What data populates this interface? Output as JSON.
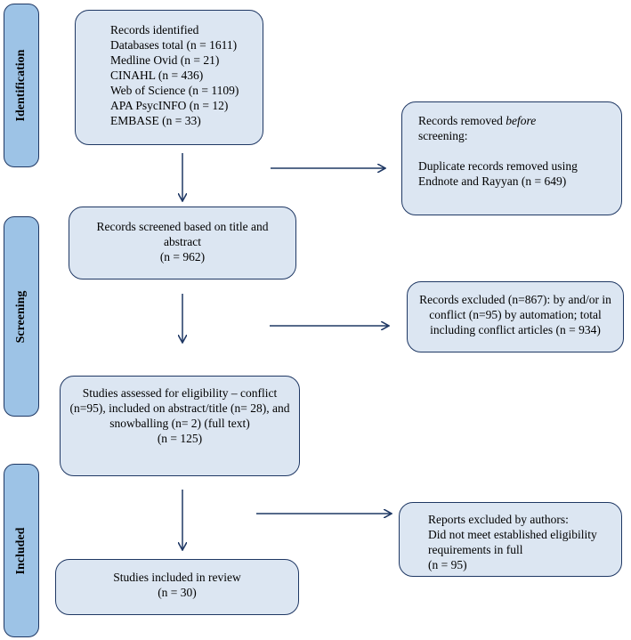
{
  "stages": {
    "identification": "Identification",
    "screening": "Screening",
    "included": "Included"
  },
  "identified": {
    "title": "Records identified",
    "lines": [
      "Databases total (n = 1611)",
      "Medline Ovid (n = 21)",
      "CINAHL (n = 436)",
      "Web of Science (n = 1109)",
      "APA PsycINFO (n = 12)",
      "EMBASE (n = 33)"
    ]
  },
  "removed": {
    "prefix": "Records removed ",
    "emphasis": "before",
    "suffix": "screening",
    "colon": ":",
    "detail": "Duplicate records removed using Endnote and Rayyan (n = 649)"
  },
  "screened": {
    "line1": "Records screened based on title and abstract",
    "line2": "(n = 962)"
  },
  "excluded": {
    "text": "Records excluded (n=867): by and/or in conflict (n=95) by automation; total including conflict articles (n = 934)"
  },
  "assessed": {
    "line1": "Studies assessed for eligibility – conflict (n=95), included on abstract/title (n= 28), and snowballing (n= 2) (full text)",
    "line2": "(n = 125)"
  },
  "reports_excluded": {
    "line1": "Reports excluded by authors:",
    "line2": "Did not meet established eligibility requirements in full",
    "line3": "(n = 95)"
  },
  "included": {
    "line1": "Studies included in review",
    "line2": "(n = 30)"
  },
  "colors": {
    "box_fill": "#dce6f2",
    "stage_fill": "#9dc3e6",
    "border": "#1f3864",
    "arrow": "#1f3864"
  }
}
